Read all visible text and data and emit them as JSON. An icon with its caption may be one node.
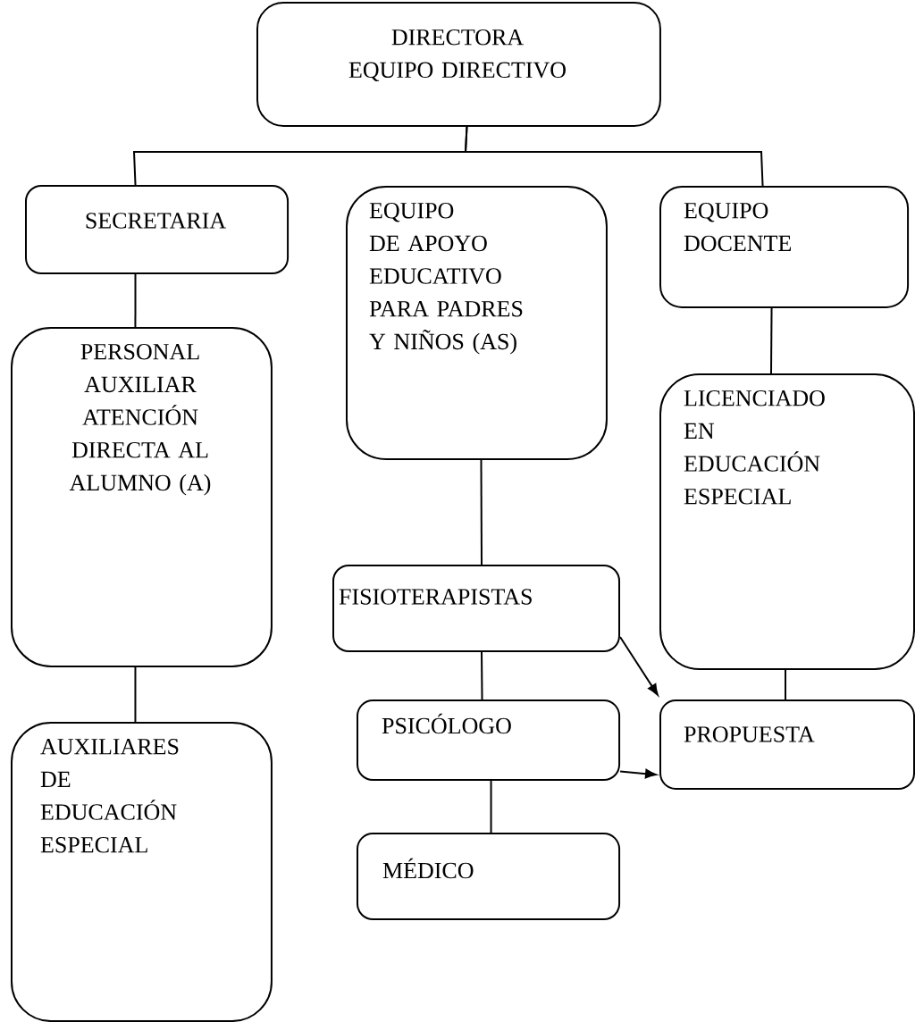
{
  "diagram": {
    "nodes": [
      {
        "text": [
          "DIRECTORA EQUIPO DIRECTIVO"
        ]
      },
      {
        "text": [
          "SECRETARIA"
        ]
      },
      {
        "text": [
          "EQUIPO DE APOYO EDUCATIVO PARA PADRES Y NIÑOS (AS)"
        ]
      },
      {
        "text": [
          "EQUIPO DOCENTE"
        ]
      },
      {
        "text": [
          "PERSONAL AUXILIAR ATENCIÓN DIRECTA AL ALUMNO (A)"
        ]
      },
      {
        "text": [
          "LICENCIADO EN EDUCACIÓN ESPECIAL"
        ]
      },
      {
        "text": [
          "FISIOTERAPISTAS"
        ]
      },
      {
        "text": [
          "AUXILIARES DE EDUCACIÓN ESPECIAL"
        ]
      },
      {
        "text": [
          "PSICÓLOGO"
        ]
      },
      {
        "text": [
          "PROPUESTA"
        ]
      },
      {
        "text": [
          "MÉDICO"
        ]
      }
    ],
    "edges": [
      {
        "from": 0,
        "to": 1,
        "arrow": "none"
      },
      {
        "from": 0,
        "to": 3,
        "arrow": "none"
      },
      {
        "from": 1,
        "to": 4,
        "arrow": "none"
      },
      {
        "from": 4,
        "to": 7,
        "arrow": "none"
      },
      {
        "from": 2,
        "to": 6,
        "arrow": "none"
      },
      {
        "from": 6,
        "to": 8,
        "arrow": "none"
      },
      {
        "from": 8,
        "to": 10,
        "arrow": "none"
      },
      {
        "from": 3,
        "to": 5,
        "arrow": "none"
      },
      {
        "from": 5,
        "to": 9,
        "arrow": "none"
      },
      {
        "from": 6,
        "to": 9,
        "arrow": "to"
      },
      {
        "from": 8,
        "to": 9,
        "arrow": "to"
      }
    ]
  }
}
